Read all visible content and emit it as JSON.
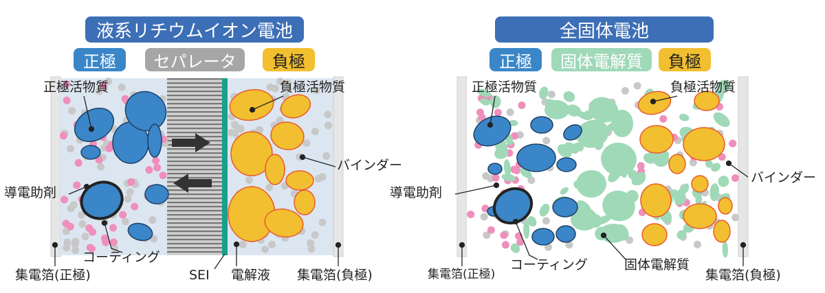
{
  "liquid": {
    "title": "液系リチウムイオン電池",
    "tag_cathode": "正極",
    "tag_separator": "セパレータ",
    "tag_anode": "負極",
    "label_cathode_active": "正極活物質",
    "label_anode_active": "負極活物質",
    "label_conductive": "導電助剤",
    "label_binder": "バインダー",
    "label_coating": "コーティング",
    "label_collector_cathode": "集電箔(正極)",
    "label_sei": "SEI",
    "label_electrolyte": "電解液",
    "label_collector_anode": "集電箔(負極)"
  },
  "solid": {
    "title": "全固体電池",
    "tag_cathode": "正極",
    "tag_electrolyte": "固体電解質",
    "tag_anode": "負極",
    "label_cathode_active": "正極活物質",
    "label_anode_active": "負極活物質",
    "label_conductive": "導電助剤",
    "label_binder": "バインダー",
    "label_coating": "コーティング",
    "label_solid_electrolyte": "固体電解質",
    "label_collector_cathode": "集電箔(正極)",
    "label_collector_anode": "集電箔(負極)"
  },
  "colors": {
    "title_bg": "#3d6fb6",
    "cathode": "#3a86c8",
    "cathode_stroke": "#1f3f66",
    "separator_tag": "#a6a6a6",
    "anode": "#f2bf30",
    "anode_stroke": "#e85a2c",
    "solid_electrolyte": "#9fd9b8",
    "conductive": "#ef8fbb",
    "binder": "#c8c8c8",
    "electrolyte_bg": "#dce6f1",
    "sei": "#18a08a",
    "collector": "#e8e8e8"
  }
}
